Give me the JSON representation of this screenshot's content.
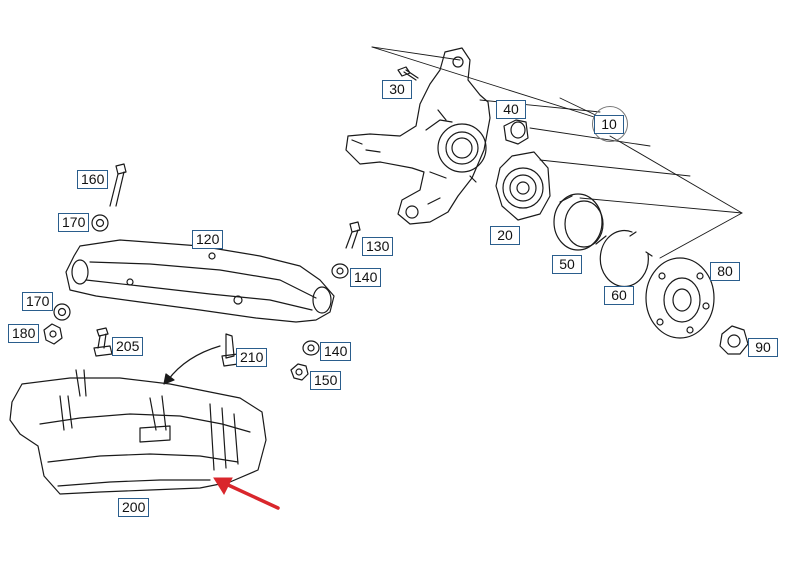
{
  "diagram": {
    "type": "exploded-parts-diagram",
    "subject": "rear suspension / wheel carrier assembly",
    "accent_color": "#2a5d8c",
    "arrow_color": "#d9262c",
    "line_color": "#1a1a1a",
    "labels": {
      "p10": "10",
      "p20": "20",
      "p30": "30",
      "p40": "40",
      "p50": "50",
      "p60": "60",
      "p80": "80",
      "p90": "90",
      "p120": "120",
      "p130": "130",
      "p140a": "140",
      "p140b": "140",
      "p150": "150",
      "p160": "160",
      "p170a": "170",
      "p170b": "170",
      "p180": "180",
      "p200": "200",
      "p205": "205",
      "p210": "210"
    }
  }
}
